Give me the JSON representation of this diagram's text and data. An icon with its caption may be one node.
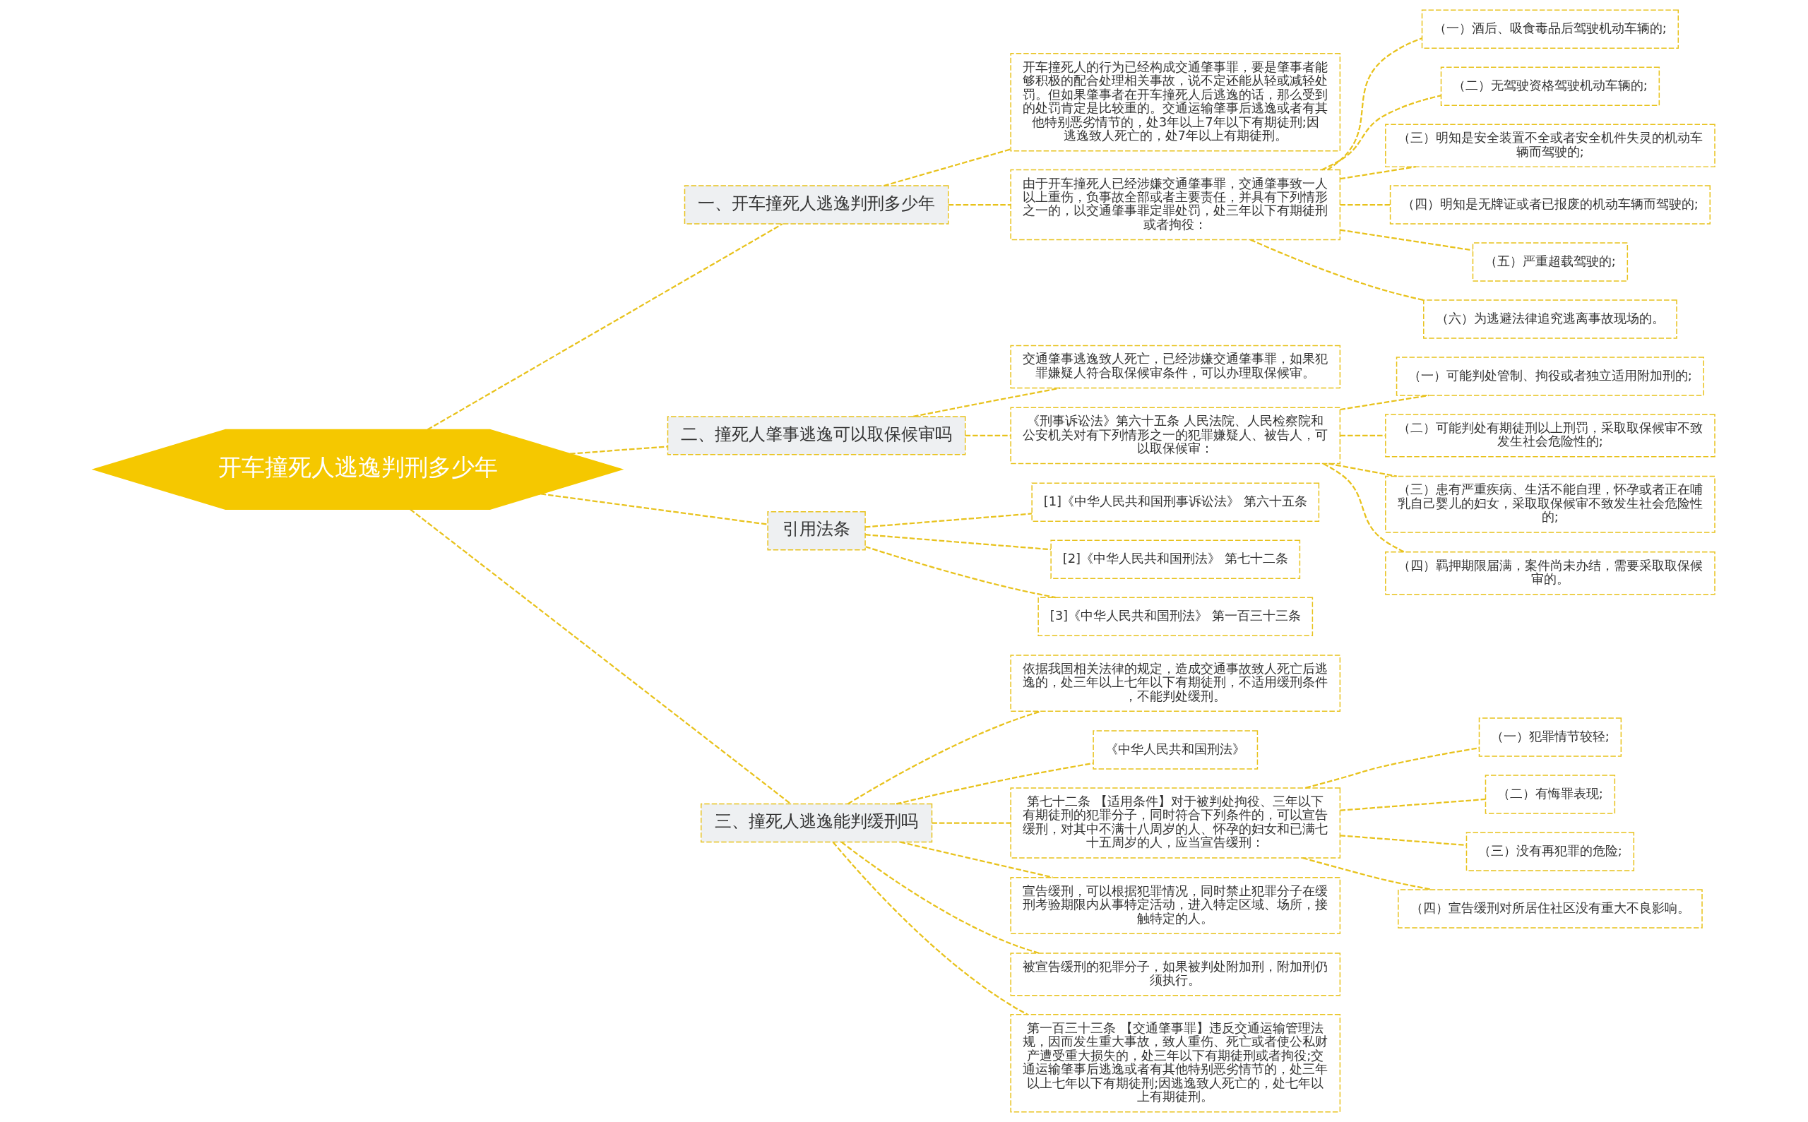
{
  "diagram": {
    "nodes": [
      {
        "text": [
          "开车撞死人逃逸判刑多少年"
        ]
      },
      {
        "text": [
          "一、开车撞死人逃逸判刑多少年"
        ]
      },
      {
        "text": [
          "开车撞死人的行为已经构成交通肇事罪，要是肇事者能够积极的配合处理相关事故，说不定还能从轻或减轻处罚。但如果肇事者在开车撞死人后逃逸的话，那么受到的处罚肯定是比较重的。交通运输肇事后逃逸或者有其他特别恶劣情节的，处3年以上7年以下有期徒刑;因逃逸致人死亡的，处7年以上有期徒刑。"
        ]
      },
      {
        "text": [
          "由于开车撞死人已经涉嫌交通肇事罪，交通肇事致一人以上重伤，负事故全部或者主要责任，并具有下列情形之一的，以交通肇事罪定罪处罚，处三年以下有期徒刑或者拘役："
        ]
      },
      {
        "text": [
          "（一）酒后、吸食毒品后驾驶机动车辆的;"
        ]
      },
      {
        "text": [
          "（二）无驾驶资格驾驶机动车辆的;"
        ]
      },
      {
        "text": [
          "（三）明知是安全装置不全或者安全机件失灵的机动车辆而驾驶的;"
        ]
      },
      {
        "text": [
          "（四）明知是无牌证或者已报废的机动车辆而驾驶的;"
        ]
      },
      {
        "text": [
          "（五）严重超载驾驶的;"
        ]
      },
      {
        "text": [
          "（六）为逃避法律追究逃离事故现场的。"
        ]
      },
      {
        "text": [
          "二、撞死人肇事逃逸可以取保候审吗"
        ]
      },
      {
        "text": [
          "交通肇事逃逸致人死亡，已经涉嫌交通肇事罪，如果犯罪嫌疑人符合取保候审条件，可以办理取保候审。"
        ]
      },
      {
        "text": [
          "《刑事诉讼法》第六十五条 人民法院、人民检察院和公安机关对有下列情形之一的犯罪嫌疑人、被告人，可以取保候审："
        ]
      },
      {
        "text": [
          "（一）可能判处管制、拘役或者独立适用附加刑的;"
        ]
      },
      {
        "text": [
          "（二）可能判处有期徒刑以上刑罚，采取取保候审不致发生社会危险性的;"
        ]
      },
      {
        "text": [
          "（三）患有严重疾病、生活不能自理，怀孕或者正在哺乳自己婴儿的妇女，采取取保候审不致发生社会危险性的;"
        ]
      },
      {
        "text": [
          "（四）羁押期限届满，案件尚未办结，需要采取取保候审的。"
        ]
      },
      {
        "text": [
          "引用法条"
        ]
      },
      {
        "text": [
          "[1]《中华人民共和国刑事诉讼法》 第六十五条"
        ]
      },
      {
        "text": [
          "[2]《中华人民共和国刑法》 第七十二条"
        ]
      },
      {
        "text": [
          "[3]《中华人民共和国刑法》 第一百三十三条"
        ]
      },
      {
        "text": [
          "三、撞死人逃逸能判缓刑吗"
        ]
      },
      {
        "text": [
          "依据我国相关法律的规定，造成交通事故致人死亡后逃逸的，处三年以上七年以下有期徒刑，不适用缓刑条件，不能判处缓刑。"
        ]
      },
      {
        "text": [
          "《中华人民共和国刑法》"
        ]
      },
      {
        "text": [
          "第七十二条 【适用条件】对于被判处拘役、三年以下有期徒刑的犯罪分子，同时符合下列条件的，可以宣告缓刑，对其中不满十八周岁的人、怀孕的妇女和已满七十五周岁的人，应当宣告缓刑："
        ]
      },
      {
        "text": [
          "（一）犯罪情节较轻;"
        ]
      },
      {
        "text": [
          "（二）有悔罪表现;"
        ]
      },
      {
        "text": [
          "（三）没有再犯罪的危险;"
        ]
      },
      {
        "text": [
          "（四）宣告缓刑对所居住社区没有重大不良影响。"
        ]
      },
      {
        "text": [
          "宣告缓刑，可以根据犯罪情况，同时禁止犯罪分子在缓刑考验期限内从事特定活动，进入特定区域、场所，接触特定的人。"
        ]
      },
      {
        "text": [
          "被宣告缓刑的犯罪分子，如果被判处附加刑，附加刑仍须执行。"
        ]
      },
      {
        "text": [
          "第一百三十三条 【交通肇事罪】违反交通运输管理法规，因而发生重大事故，致人重伤、死亡或者使公私财产遭受重大损失的，处三年以下有期徒刑或者拘役;交通运输肇事后逃逸或者有其他特别恶劣情节的，处三年以上七年以下有期徒刑;因逃逸致人死亡的，处七年以上有期徒刑。"
        ]
      }
    ],
    "edges": [
      {
        "from": 0,
        "to": 1,
        "arrow": "none",
        "style": "dashed"
      },
      {
        "from": 1,
        "to": 2,
        "arrow": "none",
        "style": "dashed"
      },
      {
        "from": 1,
        "to": 3,
        "arrow": "none",
        "style": "dashed"
      },
      {
        "from": 3,
        "to": 4,
        "arrow": "none",
        "style": "dashed"
      },
      {
        "from": 3,
        "to": 5,
        "arrow": "none",
        "style": "dashed"
      },
      {
        "from": 3,
        "to": 6,
        "arrow": "none",
        "style": "dashed"
      },
      {
        "from": 3,
        "to": 7,
        "arrow": "none",
        "style": "dashed"
      },
      {
        "from": 3,
        "to": 8,
        "arrow": "none",
        "style": "dashed"
      },
      {
        "from": 3,
        "to": 9,
        "arrow": "none",
        "style": "dashed"
      },
      {
        "from": 0,
        "to": 10,
        "arrow": "none",
        "style": "dashed"
      },
      {
        "from": 10,
        "to": 11,
        "arrow": "none",
        "style": "dashed"
      },
      {
        "from": 10,
        "to": 12,
        "arrow": "none",
        "style": "dashed"
      },
      {
        "from": 12,
        "to": 13,
        "arrow": "none",
        "style": "dashed"
      },
      {
        "from": 12,
        "to": 14,
        "arrow": "none",
        "style": "dashed"
      },
      {
        "from": 12,
        "to": 15,
        "arrow": "none",
        "style": "dashed"
      },
      {
        "from": 12,
        "to": 16,
        "arrow": "none",
        "style": "dashed"
      },
      {
        "from": 0,
        "to": 17,
        "arrow": "none",
        "style": "dashed"
      },
      {
        "from": 17,
        "to": 18,
        "arrow": "none",
        "style": "dashed"
      },
      {
        "from": 17,
        "to": 19,
        "arrow": "none",
        "style": "dashed"
      },
      {
        "from": 17,
        "to": 20,
        "arrow": "none",
        "style": "dashed"
      },
      {
        "from": 0,
        "to": 21,
        "arrow": "none",
        "style": "dashed"
      },
      {
        "from": 21,
        "to": 22,
        "arrow": "none",
        "style": "dashed"
      },
      {
        "from": 21,
        "to": 23,
        "arrow": "none",
        "style": "dashed"
      },
      {
        "from": 21,
        "to": 24,
        "arrow": "none",
        "style": "dashed"
      },
      {
        "from": 24,
        "to": 25,
        "arrow": "none",
        "style": "dashed"
      },
      {
        "from": 24,
        "to": 26,
        "arrow": "none",
        "style": "dashed"
      },
      {
        "from": 24,
        "to": 27,
        "arrow": "none",
        "style": "dashed"
      },
      {
        "from": 24,
        "to": 28,
        "arrow": "none",
        "style": "dashed"
      },
      {
        "from": 21,
        "to": 29,
        "arrow": "none",
        "style": "dashed"
      },
      {
        "from": 21,
        "to": 30,
        "arrow": "none",
        "style": "dashed"
      },
      {
        "from": 21,
        "to": 31,
        "arrow": "none",
        "style": "dashed"
      }
    ]
  }
}
